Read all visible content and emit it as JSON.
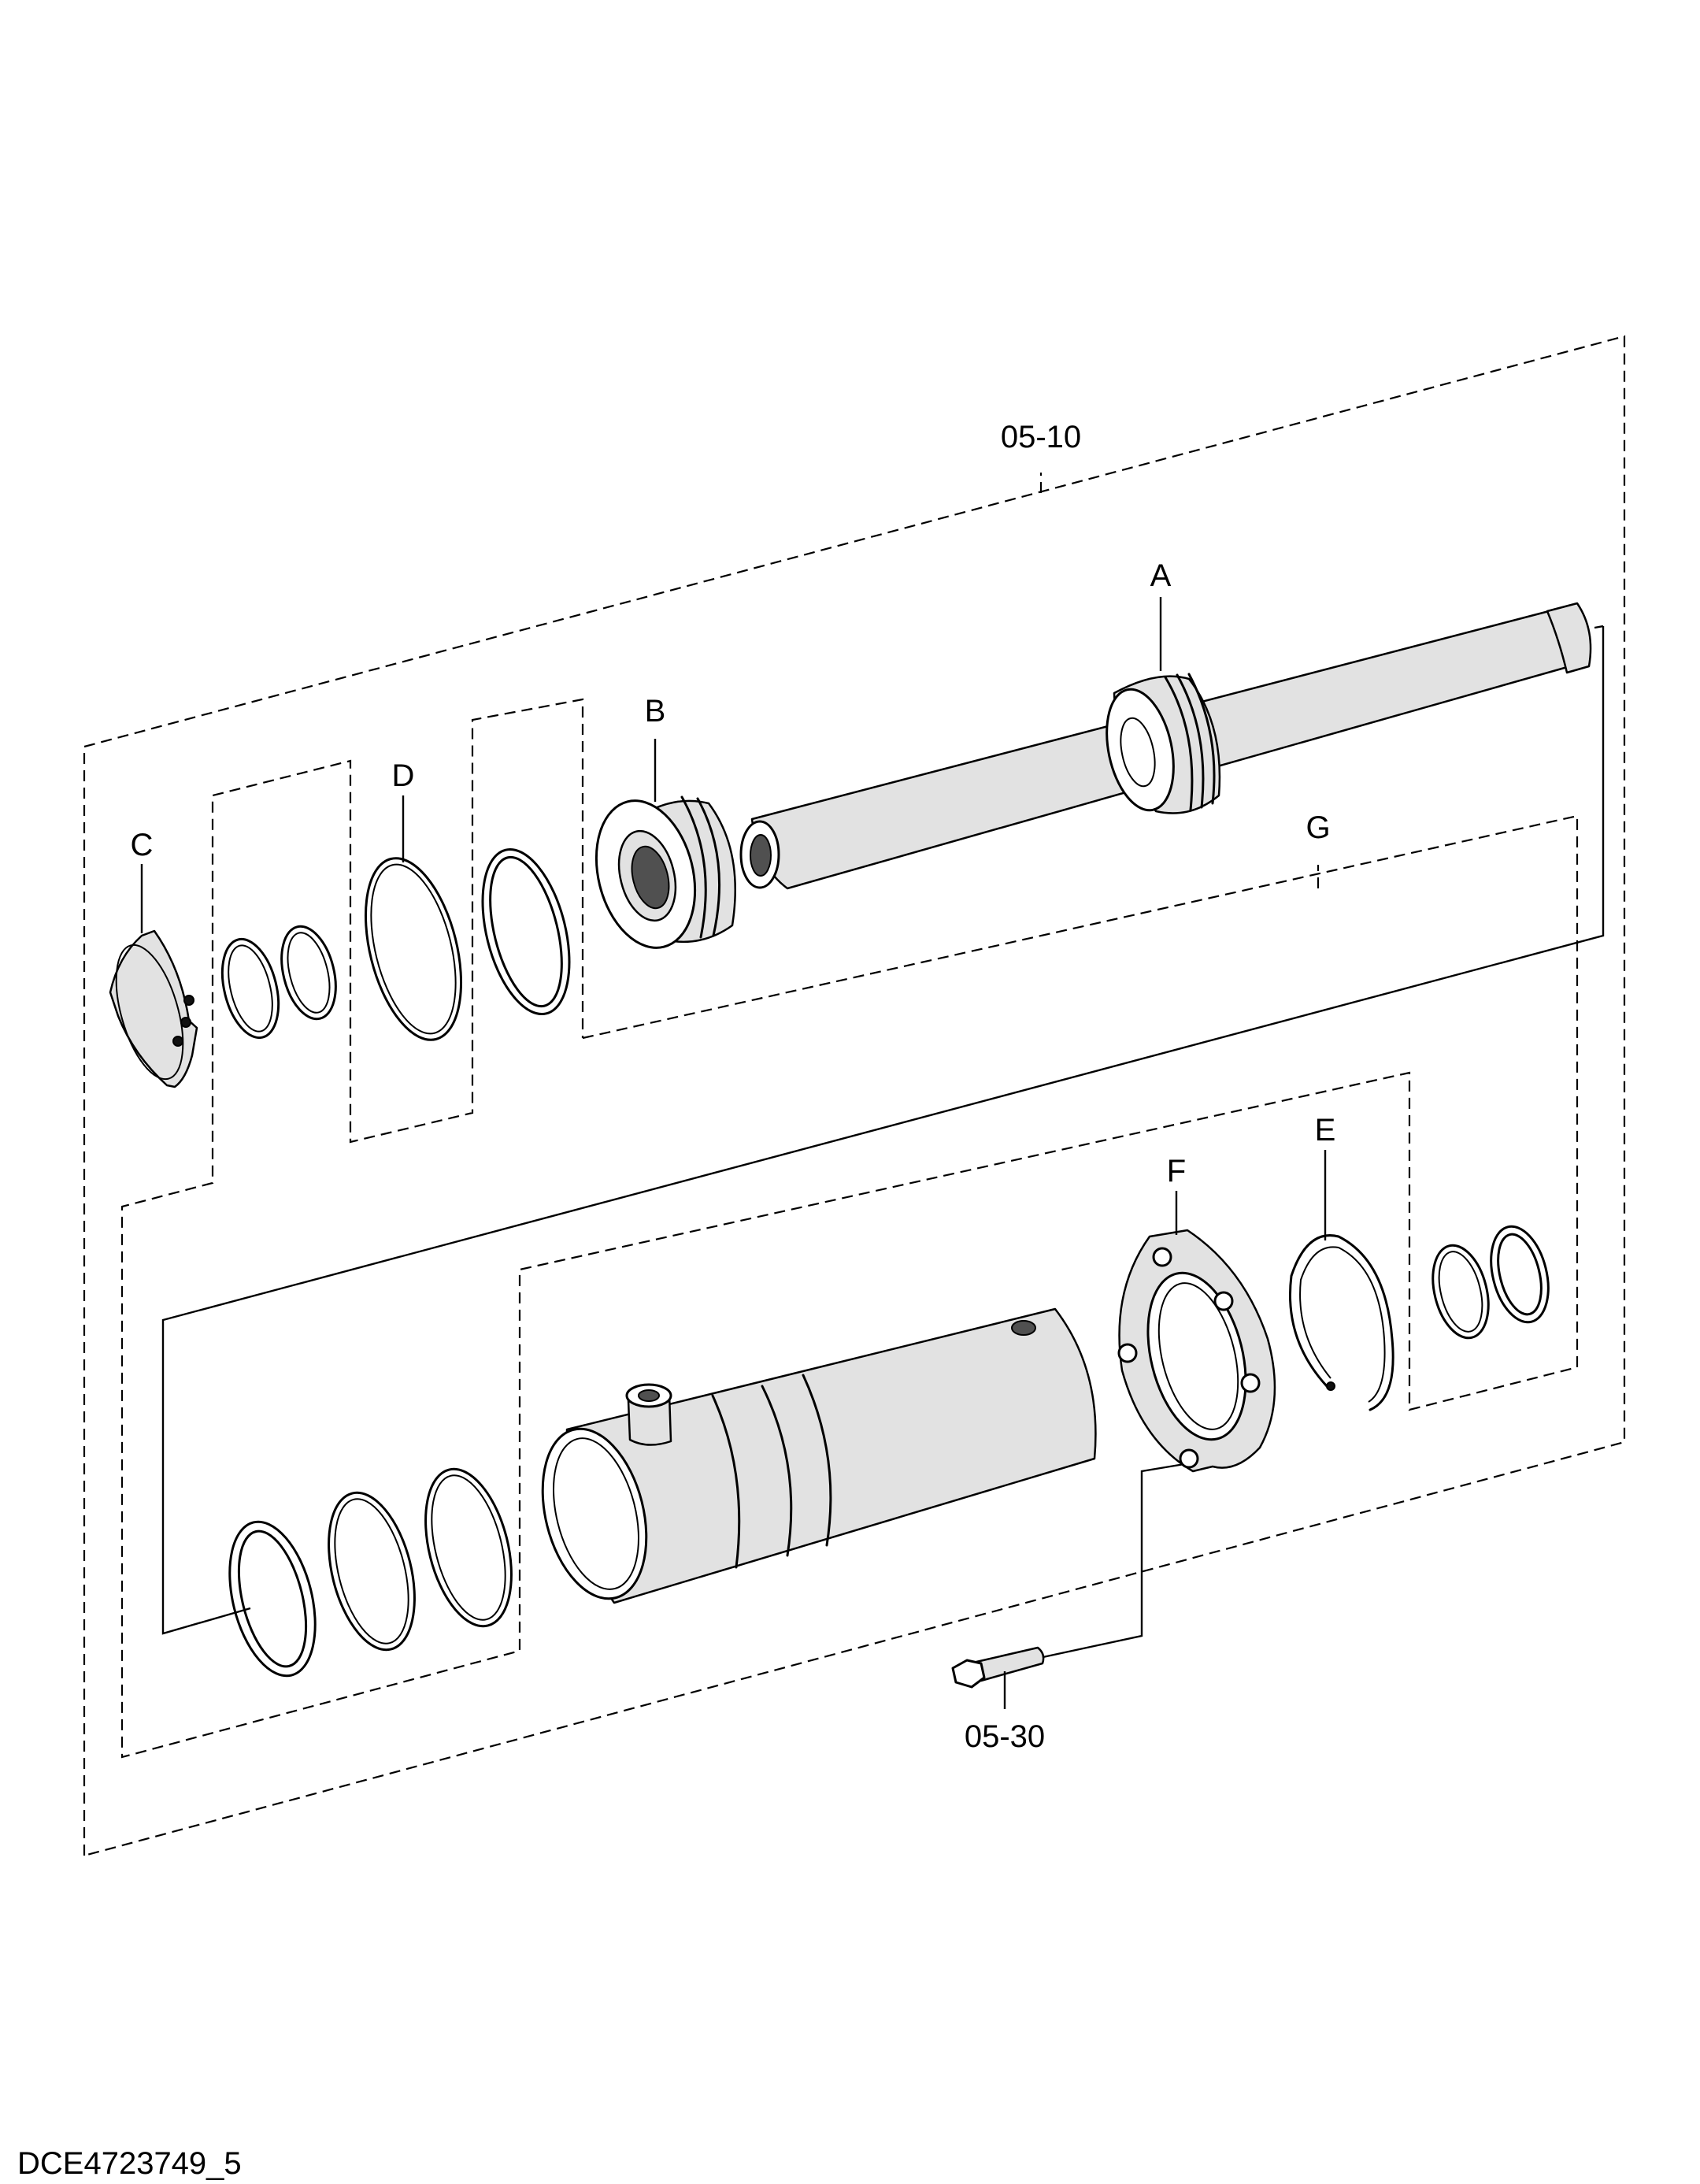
{
  "drawing_id": "DCE4723749_5",
  "callouts": {
    "assembly": "05-10",
    "bolt": "05-30",
    "a": "A",
    "b": "B",
    "c": "C",
    "d": "D",
    "e": "E",
    "f": "F",
    "g": "G"
  }
}
